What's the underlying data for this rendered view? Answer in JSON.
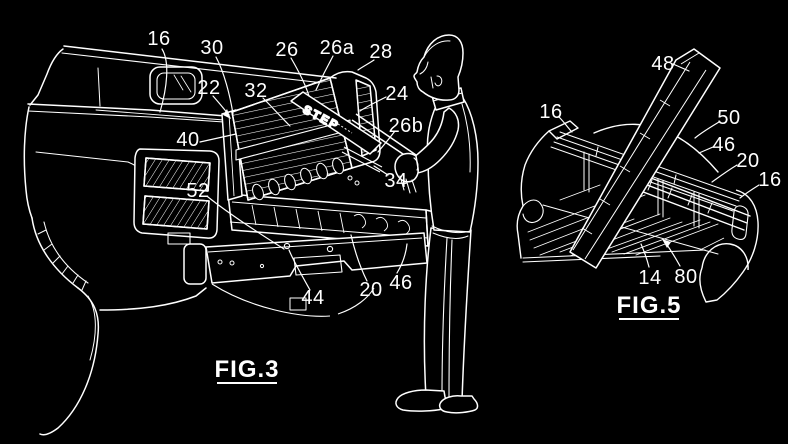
{
  "page": {
    "background_color": "#000000",
    "line_color": "#ffffff"
  },
  "figure3": {
    "caption": "FIG.3",
    "step_plate_text": "STEP",
    "ref_labels": [
      {
        "ref": "16"
      },
      {
        "ref": "30"
      },
      {
        "ref": "26"
      },
      {
        "ref": "26a"
      },
      {
        "ref": "28"
      },
      {
        "ref": "22"
      },
      {
        "ref": "32"
      },
      {
        "ref": "24"
      },
      {
        "ref": "26b"
      },
      {
        "ref": "40"
      },
      {
        "ref": "34"
      },
      {
        "ref": "52"
      },
      {
        "ref": "46"
      },
      {
        "ref": "20"
      },
      {
        "ref": "44"
      }
    ]
  },
  "figure5": {
    "caption": "FIG.5",
    "ref_labels": [
      {
        "ref": "48"
      },
      {
        "ref": "16"
      },
      {
        "ref": "50"
      },
      {
        "ref": "46"
      },
      {
        "ref": "20"
      },
      {
        "ref": "16"
      },
      {
        "ref": "14"
      },
      {
        "ref": "80"
      }
    ]
  }
}
